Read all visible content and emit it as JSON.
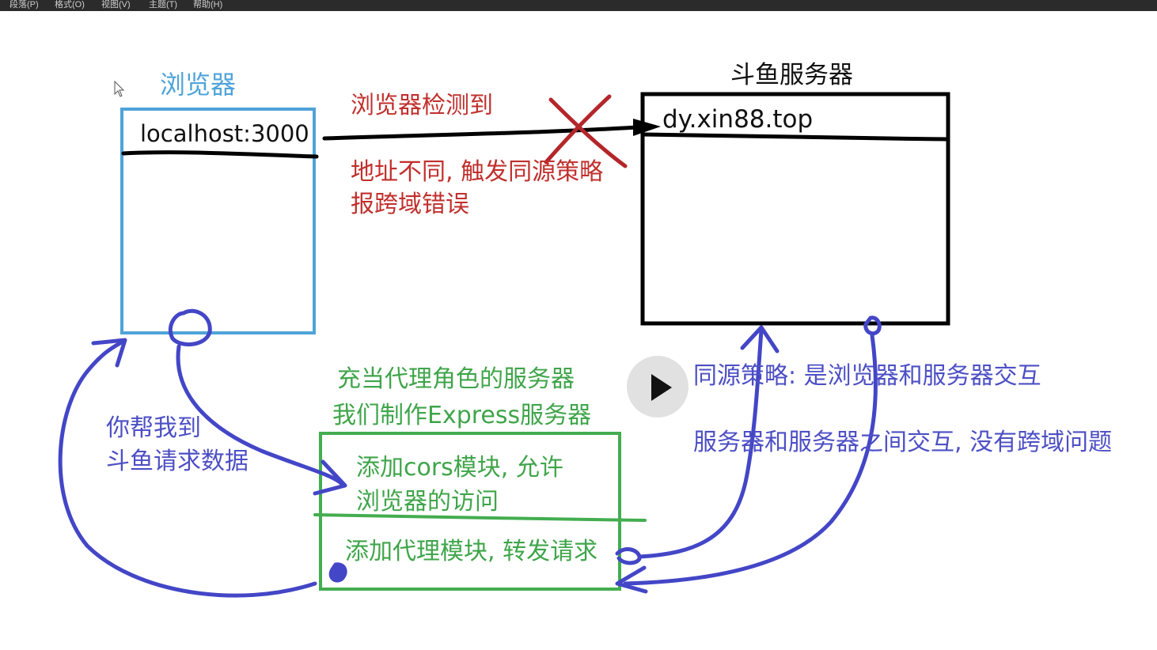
{
  "menubar": {
    "items": [
      "段落(P)",
      "格式(O)",
      "视图(V)",
      "主题(T)",
      "帮助(H)"
    ]
  },
  "browser": {
    "title": "浏览器",
    "address": "localhost:3000"
  },
  "server": {
    "title": "斗鱼服务器",
    "address": "dy.xin88.top"
  },
  "red_note": {
    "line1": "浏览器检测到",
    "line2": "地址不同, 触发同源策略",
    "line3": "报跨域错误"
  },
  "proxy": {
    "title1": "充当代理角色的服务器",
    "title2": "我们制作Express服务器",
    "cors_line1": "添加cors模块, 允许",
    "cors_line2": "浏览器的访问",
    "forward": "添加代理模块, 转发请求"
  },
  "left_note": {
    "line1": "你帮我到",
    "line2": "斗鱼请求数据"
  },
  "right_note": {
    "line1": "同源策略: 是浏览器和服务器交互",
    "line2": "服务器和服务器之间交互, 没有跨域问题"
  },
  "colors": {
    "browser_box": "#4fa3d9",
    "server_box": "#000000",
    "proxy_box": "#43ad4f",
    "red_cross": "#b3262a",
    "pen_purple": "#4346c6",
    "red_text": "#c0302d",
    "green_text": "#3fa54a",
    "purple_text": "#4d4fc4"
  },
  "icons": {
    "play": "play-icon",
    "cursor": "mouse-pointer-icon",
    "cross": "cross-mark-icon"
  }
}
